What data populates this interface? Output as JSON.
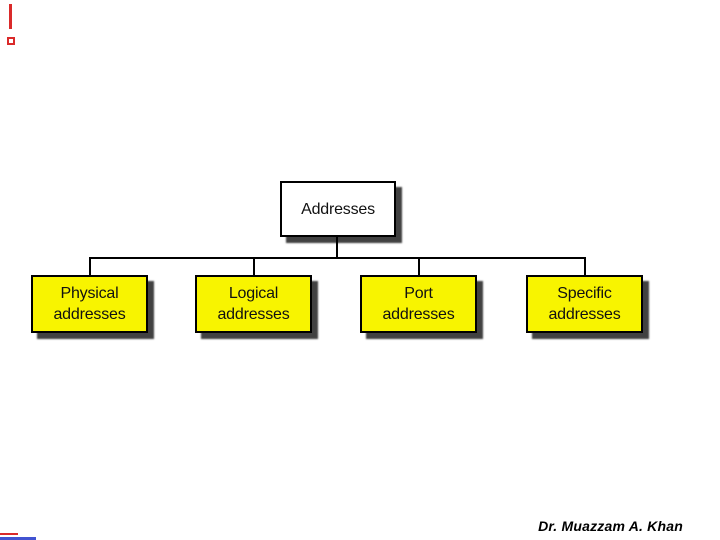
{
  "page": {
    "background": "#ffffff"
  },
  "diagram": {
    "root": {
      "label": "Addresses"
    },
    "children": [
      {
        "label": "Physical\naddresses"
      },
      {
        "label": "Logical\naddresses"
      },
      {
        "label": "Port\naddresses"
      },
      {
        "label": "Specific\naddresses"
      }
    ],
    "colors": {
      "root_fill": "#ffffff",
      "child_fill": "#f8f400",
      "border": "#000000",
      "connector": "#000000",
      "shadow": "#373737",
      "text": "#111111"
    }
  },
  "footer": {
    "credit": "Dr. Muazzam A. Khan"
  },
  "edge_marks": {
    "red": "#da2a2a",
    "blue": "#4153d1"
  }
}
